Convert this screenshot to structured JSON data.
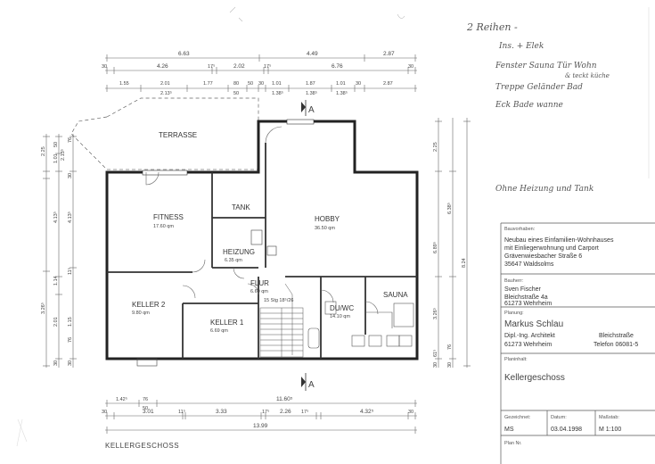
{
  "handwritten_notes": {
    "title": "2 Reihen -",
    "lines": [
      "Ins. + Elek",
      "Fenster Sauna Tür Wohn",
      "& teckt küche",
      "Treppe Geländer Bad",
      "Eck Bade wanne"
    ],
    "side_note": "Ohne Heizung und Tank"
  },
  "plan": {
    "label": "KELLERGESCHOSS",
    "section_marker": "A",
    "rooms": [
      {
        "name": "TERRASSE",
        "area": ""
      },
      {
        "name": "FITNESS",
        "area": "17.60 qm"
      },
      {
        "name": "TANK",
        "area": ""
      },
      {
        "name": "HOBBY",
        "area": "36.50 qm"
      },
      {
        "name": "HEIZUNG",
        "area": "6.35 qm"
      },
      {
        "name": "FLUR",
        "area": "6.60 qm"
      },
      {
        "name": "KELLER 2",
        "area": "9.80 qm"
      },
      {
        "name": "KELLER 1",
        "area": "6.69 qm"
      },
      {
        "name": "DU/WC",
        "area": "14.10 qm"
      },
      {
        "name": "SAUNA",
        "area": ""
      }
    ],
    "stair": "15 Stg 18⁵/26",
    "top_dims": {
      "row1": [
        "6.63",
        "4.49",
        "2.87"
      ],
      "row2": [
        "30",
        "4.26",
        "17⁵",
        "2.02",
        "17⁵",
        "6.76",
        "30"
      ],
      "row3": [
        "1.55",
        "2.01",
        "1.77",
        "80",
        "50",
        "30",
        "1.01",
        "1.87",
        "1.01",
        "30",
        "2.87"
      ],
      "row3_sub": [
        "2.13⁵",
        "50",
        "1.38⁵",
        "1.38⁵",
        "1.38⁵"
      ]
    },
    "bottom_dims": {
      "row1": [
        "1.42⁵",
        "76",
        "50",
        "11.60⁵"
      ],
      "row2": [
        "30",
        "3.01",
        "11⁵",
        "3.33",
        "17⁵",
        "2.26",
        "17⁵",
        "4.32⁵",
        "30"
      ],
      "row3": [
        "13.99"
      ]
    },
    "left_dims": [
      "2.25",
      "50",
      "1.01",
      "76",
      "2.13⁵",
      "30",
      "4.13⁵",
      "4.13⁵",
      "1.14",
      "11⁵",
      "3.26⁵",
      "2.01",
      "1.15",
      "76",
      "30",
      "30"
    ],
    "right_dims": [
      "2.25",
      "6.38⁵",
      "6.89⁵",
      "8.24",
      "3.26⁵",
      "61⁵",
      "76",
      "30",
      "30"
    ]
  },
  "title_block": {
    "project_label": "Bauvorhaben:",
    "project_lines": [
      "Neubau eines Einfamilien-Wohnhauses",
      "mit Einliegerwohnung und Carport",
      "Grävenwiesbacher Straße 6",
      "35647 Waldsolms"
    ],
    "client_label": "Bauherr:",
    "client_lines": [
      "Sven Fischer",
      "Bleichstraße 4a",
      "61273 Wehrheim"
    ],
    "planner_label": "Planung:",
    "planner_name": "Markus Schlau",
    "planner_title": "Dipl.-Ing. Architekt",
    "planner_street": "Bleichstraße",
    "planner_city": "61273 Wehrheim",
    "planner_phone": "Telefon 06081-5",
    "content_label": "Planinhalt:",
    "content": "Kellergeschoss",
    "drawn_label": "Gezeichnet:",
    "drawn": "MS",
    "date_label": "Datum:",
    "date": "03.04.1998",
    "scale_label": "Maßstab:",
    "scale": "M 1:100",
    "planno_label": "Plan Nr."
  }
}
